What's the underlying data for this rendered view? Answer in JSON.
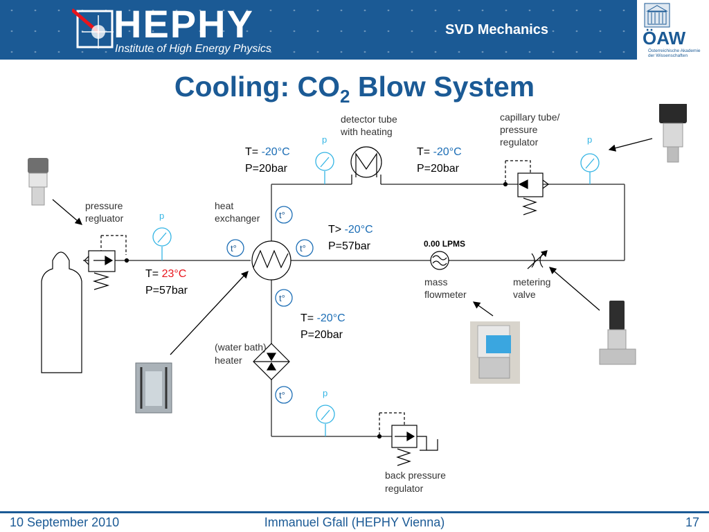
{
  "header": {
    "logo_text": "HEPHY",
    "logo_subtitle": "Institute of High Energy Physics",
    "section": "SVD Mechanics",
    "oaw_text": "ÖAW",
    "oaw_subtitle": "Österreichische Akademie der Wissenschaften"
  },
  "slide": {
    "title_main": "Cooling: CO",
    "title_sub": "2",
    "title_rest": " Blow System"
  },
  "diagram": {
    "labels": {
      "detector_tube_1": "detector tube",
      "detector_tube_2": "with heating",
      "capillary_1": "capillary tube/",
      "capillary_2": "pressure",
      "capillary_3": "regulator",
      "pressure_reg_1": "pressure",
      "pressure_reg_2": "regluator",
      "heat_ex_1": "heat",
      "heat_ex_2": "exchanger",
      "mass_flow_1": "mass",
      "mass_flow_2": "flowmeter",
      "metering_1": "metering",
      "metering_2": "valve",
      "heater_1": "(water bath)",
      "heater_2": "heater",
      "back_pr_1": "back pressure",
      "back_pr_2": "regulator",
      "flow_readout": "0.00 LPMS"
    },
    "states": {
      "s1_t_prefix": "T=",
      "s1_t_val": "-20°C",
      "s1_p": "P=20bar",
      "s2_t_prefix": "T=",
      "s2_t_val": "-20°C",
      "s2_p": "P=20bar",
      "s3_t_prefix": "T>",
      "s3_t_val": "-20°C",
      "s3_p": "P=57bar",
      "s4_t_prefix": "T=",
      "s4_t_val": "23°C",
      "s4_p": "P=57bar",
      "s5_t_prefix": "T=",
      "s5_t_val": "-20°C",
      "s5_p": "P=20bar"
    },
    "gauge_p": "p",
    "temp_sensor": "t°",
    "colors": {
      "brand_blue": "#1b5a95",
      "temp_blue": "#1b6db5",
      "temp_red": "#e8141c",
      "gauge_cyan": "#32b4e4"
    }
  },
  "footer": {
    "date": "10 September 2010",
    "author": "Immanuel Gfall (HEPHY Vienna)",
    "page": "17"
  }
}
